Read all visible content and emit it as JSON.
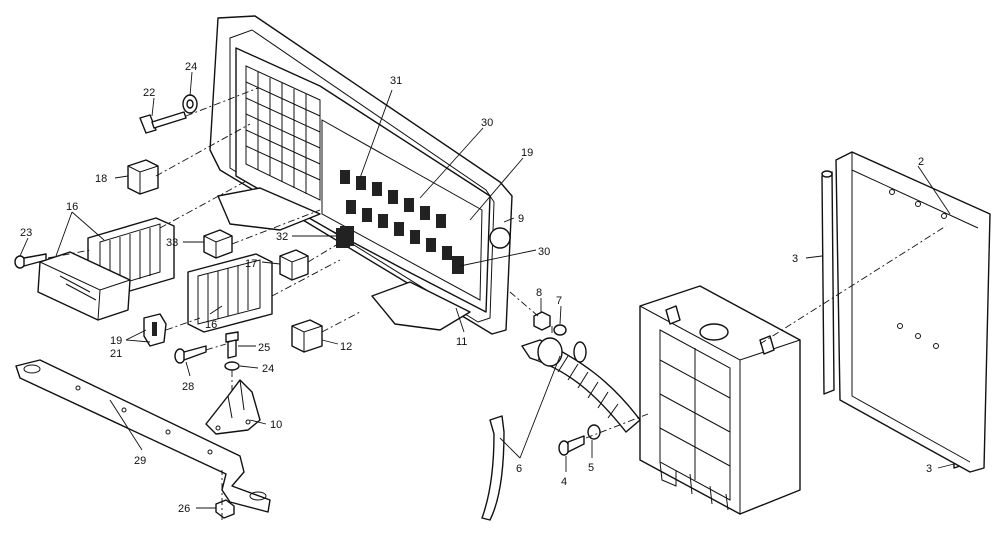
{
  "callouts": [
    {
      "id": "c1",
      "text": "31"
    },
    {
      "id": "c2",
      "text": "24"
    },
    {
      "id": "c3",
      "text": "22"
    },
    {
      "id": "c4",
      "text": "30"
    },
    {
      "id": "c5",
      "text": "19"
    },
    {
      "id": "c6",
      "text": "18"
    },
    {
      "id": "c7",
      "text": "9"
    },
    {
      "id": "c8",
      "text": "16"
    },
    {
      "id": "c9",
      "text": "23"
    },
    {
      "id": "c10",
      "text": "33"
    },
    {
      "id": "c11",
      "text": "32"
    },
    {
      "id": "c12",
      "text": "30"
    },
    {
      "id": "c13",
      "text": "17"
    },
    {
      "id": "c14",
      "text": "2"
    },
    {
      "id": "c15",
      "text": "3"
    },
    {
      "id": "c16",
      "text": "8"
    },
    {
      "id": "c17",
      "text": "7"
    },
    {
      "id": "c18",
      "text": "16"
    },
    {
      "id": "c19",
      "text": "19"
    },
    {
      "id": "c20",
      "text": "21"
    },
    {
      "id": "c21",
      "text": "12"
    },
    {
      "id": "c22",
      "text": "11"
    },
    {
      "id": "c23",
      "text": "25"
    },
    {
      "id": "c24",
      "text": "24"
    },
    {
      "id": "c25",
      "text": "28"
    },
    {
      "id": "c26",
      "text": "10"
    },
    {
      "id": "c27",
      "text": "29"
    },
    {
      "id": "c28",
      "text": "6"
    },
    {
      "id": "c29",
      "text": "5"
    },
    {
      "id": "c30",
      "text": "4"
    },
    {
      "id": "c31",
      "text": "3"
    },
    {
      "id": "c32",
      "text": "26"
    }
  ]
}
